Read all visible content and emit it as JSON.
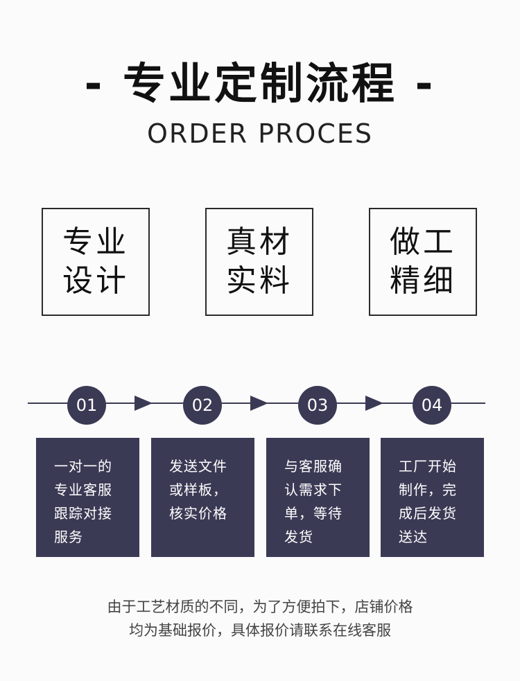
{
  "header": {
    "title": "- 专业定制流程 -",
    "subtitle": "ORDER PROCES"
  },
  "features": [
    {
      "line1": "专业",
      "line2": "设计"
    },
    {
      "line1": "真材",
      "line2": "实料"
    },
    {
      "line1": "做工",
      "line2": "精细"
    }
  ],
  "steps": [
    {
      "number": "01",
      "lines": [
        "一对一的",
        "专业客服",
        "跟踪对接",
        "服务"
      ]
    },
    {
      "number": "02",
      "lines": [
        "发送文件",
        "或样板，",
        "核实价格"
      ]
    },
    {
      "number": "03",
      "lines": [
        "与客服确",
        "认需求下",
        "单，等待",
        "发货"
      ]
    },
    {
      "number": "04",
      "lines": [
        "工厂开始",
        "制作，完",
        "成后发货",
        "送达"
      ]
    }
  ],
  "footer": {
    "line1": "由于工艺材质的不同，为了方便拍下，店铺价格",
    "line2": "均为基础报价，具体报价请联系在线客服"
  },
  "colors": {
    "accent": "#3b3a55",
    "background": "#fbfbfb"
  }
}
